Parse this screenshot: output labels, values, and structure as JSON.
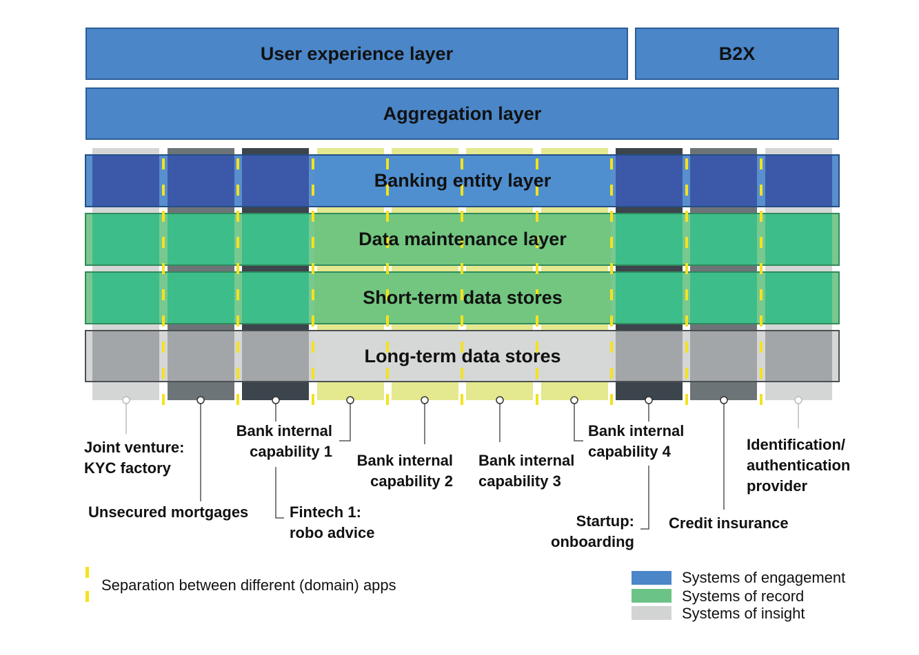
{
  "colors": {
    "engagement": "#4a86c8",
    "record": "#6cc387",
    "insight": "#d2d3d3",
    "separator": "#f4e21e"
  },
  "top_layers": {
    "user_experience": "User experience layer",
    "b2x": "B2X",
    "aggregation": "Aggregation layer"
  },
  "center_layers": {
    "banking_entity": "Banking entity layer",
    "data_maintenance": "Data maintenance layer",
    "short_term": "Short-term data stores",
    "long_term": "Long-term data stores"
  },
  "apps": {
    "jv_line1": "Joint venture:",
    "jv_line2": "KYC factory",
    "mortgages": "Unsecured mortgages",
    "cap1_line1": "Bank internal",
    "cap1_line2": "capability 1",
    "fintech_line1": "Fintech 1:",
    "fintech_line2": "robo advice",
    "cap2_line1": "Bank internal",
    "cap2_line2": "capability 2",
    "cap3_line1": "Bank internal",
    "cap3_line2": "capability 3",
    "cap4_line1": "Bank internal",
    "cap4_line2": "capability 4",
    "startup_line1": "Startup:",
    "startup_line2": "onboarding",
    "credit": "Credit insurance",
    "idp_line1": "Identification/",
    "idp_line2": "authentication",
    "idp_line3": "provider"
  },
  "legend": {
    "separator": "Separation between different (domain) apps",
    "engagement": "Systems of engagement",
    "record": "Systems of record",
    "insight": "Systems of insight"
  }
}
